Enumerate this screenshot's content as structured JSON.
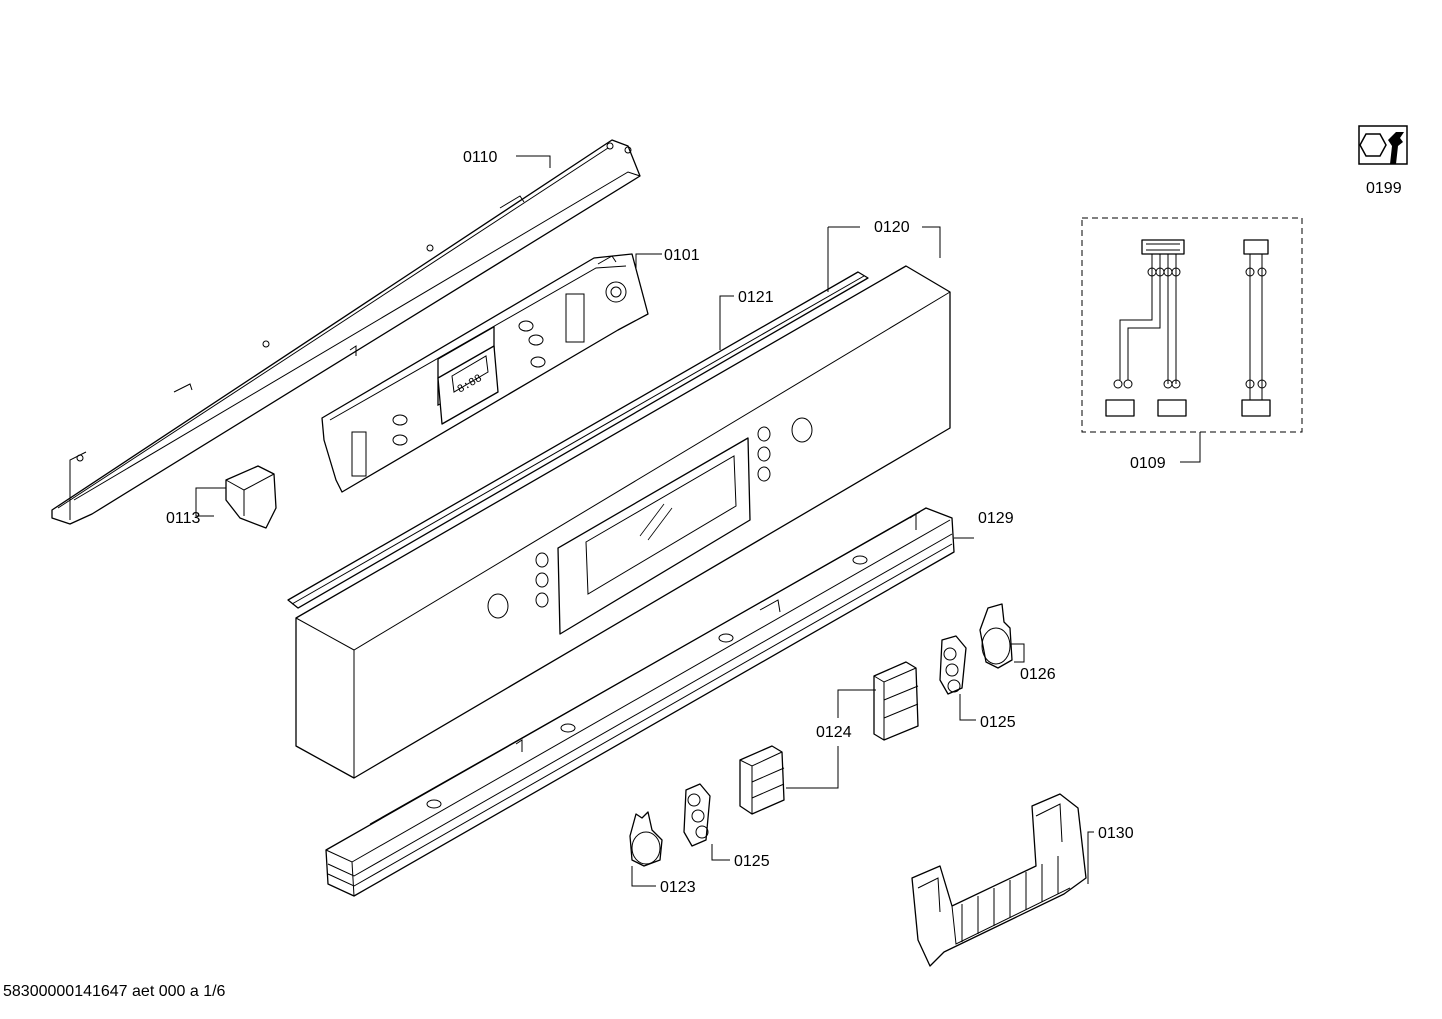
{
  "labels": {
    "p0110": "0110",
    "p0101": "0101",
    "p0120": "0120",
    "p0121": "0121",
    "p0113": "0113",
    "p0129": "0129",
    "p0126": "0126",
    "p0125a": "0125",
    "p0124": "0124",
    "p0125b": "0125",
    "p0123": "0123",
    "p0130": "0130",
    "p0109": "0109",
    "p0199": "0199"
  },
  "display_digits": "8:88",
  "footer": "58300000141647 aet 000 a 1/6",
  "icons": {
    "service": "wrench-nut-icon"
  }
}
